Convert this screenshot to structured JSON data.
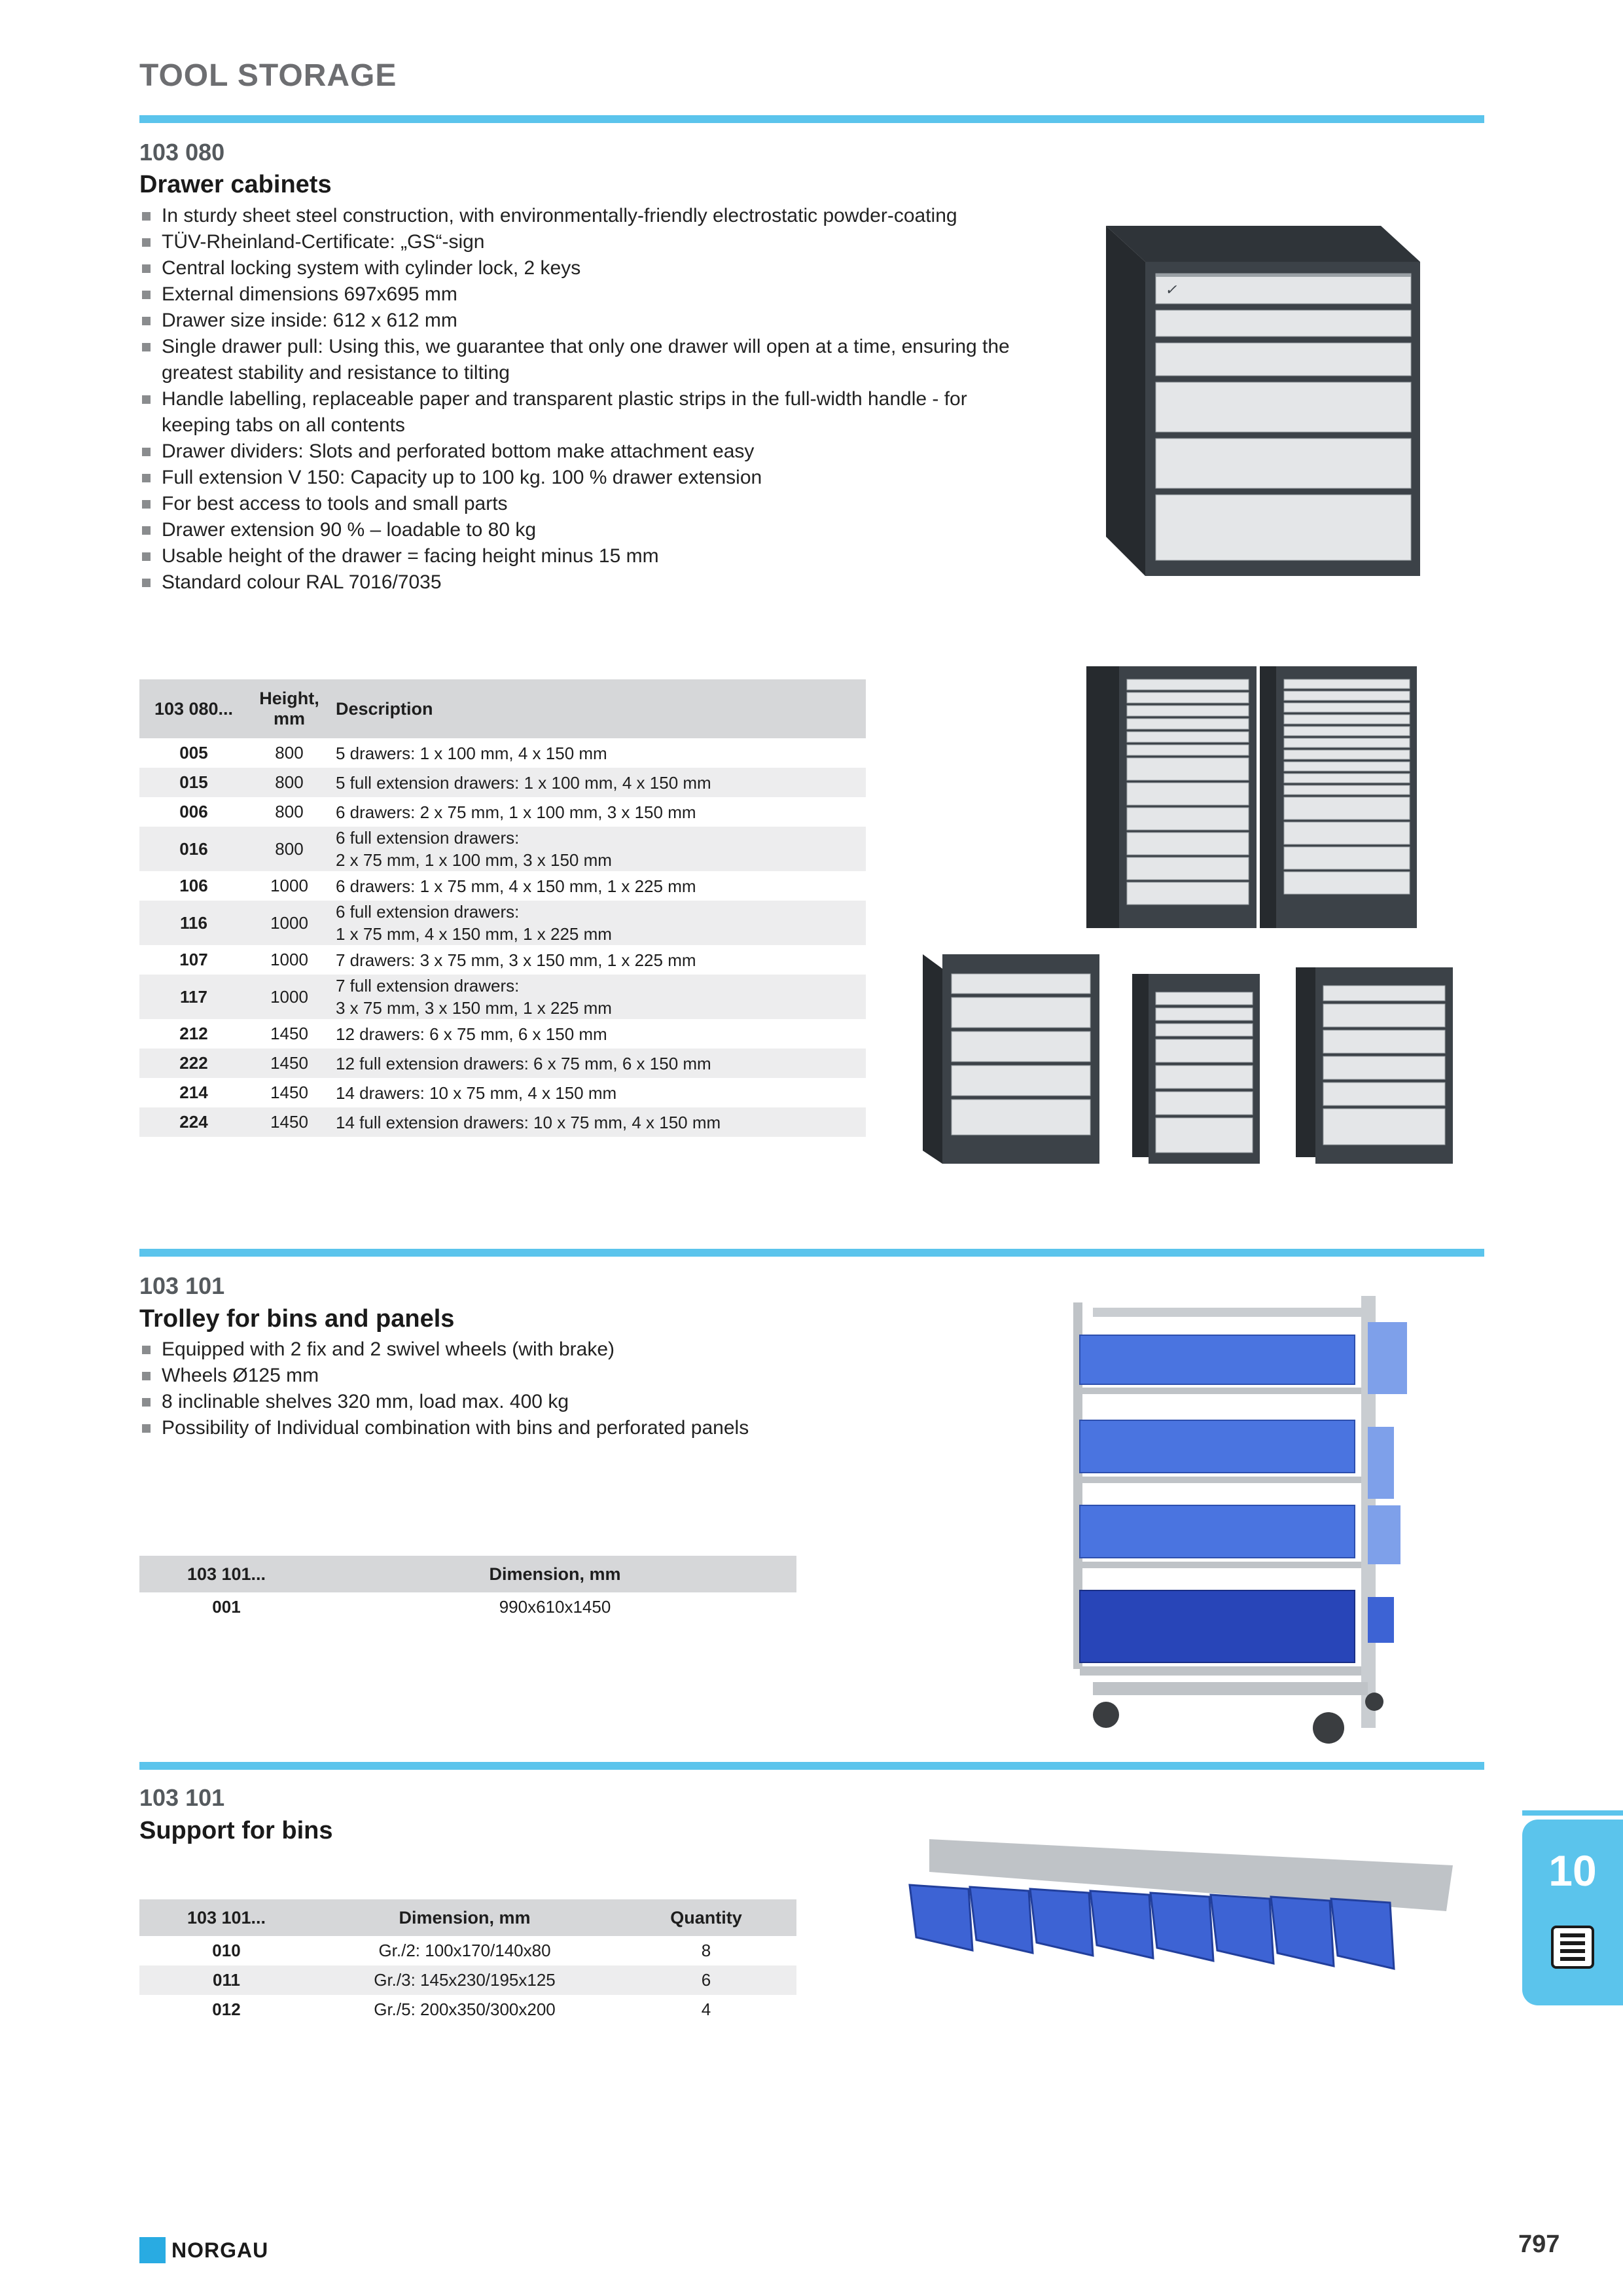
{
  "header": {
    "title": "TOOL STORAGE"
  },
  "sections": [
    {
      "number": "103 080",
      "title": "Drawer cabinets",
      "bullets": [
        "In sturdy sheet steel construction, with environmentally-friendly electrostatic powder-coating",
        "TÜV-Rheinland-Certificate: „GS“-sign",
        "Central locking system with cylinder lock, 2 keys",
        "External dimensions 697x695 mm",
        "Drawer size inside: 612 x 612 mm",
        "Single drawer pull: Using this, we guarantee that only one drawer will open at a time, ensuring the greatest stability and resistance to tilting",
        "Handle labelling, replaceable paper and transparent plastic strips in the full-width handle - for keeping tabs on all contents",
        "Drawer dividers: Slots and perforated bottom make attachment easy",
        "Full extension V 150: Capacity up to 100 kg. 100 % drawer extension",
        "For best access to tools and small parts",
        "Drawer extension 90 % – loadable to 80 kg",
        "Usable height of the drawer = facing height minus 15 mm",
        "Standard colour RAL 7016/7035"
      ],
      "table": {
        "headers": [
          "103 080...",
          "Height, mm",
          "Description"
        ],
        "rows": [
          [
            "005",
            "800",
            "5 drawers:  1 x 100 mm, 4 x 150 mm"
          ],
          [
            "015",
            "800",
            "5 full extension drawers:  1 x 100 mm, 4 x 150 mm"
          ],
          [
            "006",
            "800",
            "6 drawers:  2 x 75 mm, 1 x 100 mm, 3 x 150 mm"
          ],
          [
            "016",
            "800",
            "6 full extension drawers:\n2 x 75 mm, 1 x 100 mm, 3 x 150 mm"
          ],
          [
            "106",
            "1000",
            "6 drawers:  1 x 75 mm, 4 x 150 mm, 1 x 225 mm"
          ],
          [
            "116",
            "1000",
            "6 full extension drawers:\n1 x 75 mm, 4 x 150 mm, 1 x 225 mm"
          ],
          [
            "107",
            "1000",
            "7 drawers:  3 x 75 mm, 3 x 150 mm, 1 x 225 mm"
          ],
          [
            "117",
            "1000",
            "7 full extension drawers:\n3 x 75 mm, 3 x 150 mm, 1 x 225 mm"
          ],
          [
            "212",
            "1450",
            "12 drawers:  6 x 75 mm, 6 x 150 mm"
          ],
          [
            "222",
            "1450",
            "12 full extension drawers:  6 x 75 mm, 6 x 150 mm"
          ],
          [
            "214",
            "1450",
            "14 drawers:  10 x 75 mm, 4 x 150 mm"
          ],
          [
            "224",
            "1450",
            "14 full extension drawers:  10 x 75 mm, 4 x 150 mm"
          ]
        ]
      }
    },
    {
      "number": "103 101",
      "title": "Trolley for bins and panels",
      "bullets": [
        "Equipped with 2 fix and 2 swivel wheels (with brake)",
        "Wheels Ø125 mm",
        "8 inclinable shelves 320 mm, load max. 400 kg",
        "Possibility of Individual combination  with bins and perforated panels"
      ],
      "table": {
        "headers": [
          "103 101...",
          "Dimension, mm"
        ],
        "rows": [
          [
            "001",
            "990x610x1450"
          ]
        ]
      }
    },
    {
      "number": "103 101",
      "title": "Support for bins",
      "table": {
        "headers": [
          "103 101...",
          "Dimension, mm",
          "Quantity"
        ],
        "rows": [
          [
            "010",
            "Gr./2: 100x170/140x80",
            "8"
          ],
          [
            "011",
            "Gr./3: 145x230/195x125",
            "6"
          ],
          [
            "012",
            "Gr./5: 200x350/300x200",
            "4"
          ]
        ]
      }
    }
  ],
  "side_tab": {
    "chapter": "10"
  },
  "footer": {
    "brand": "NORGAU",
    "page": "797"
  },
  "colors": {
    "accent": "#5bc4ec",
    "cabinet_dark": "#3c4248",
    "drawer_light": "#e4e6e8",
    "bin_blue": "#3d63d4"
  }
}
